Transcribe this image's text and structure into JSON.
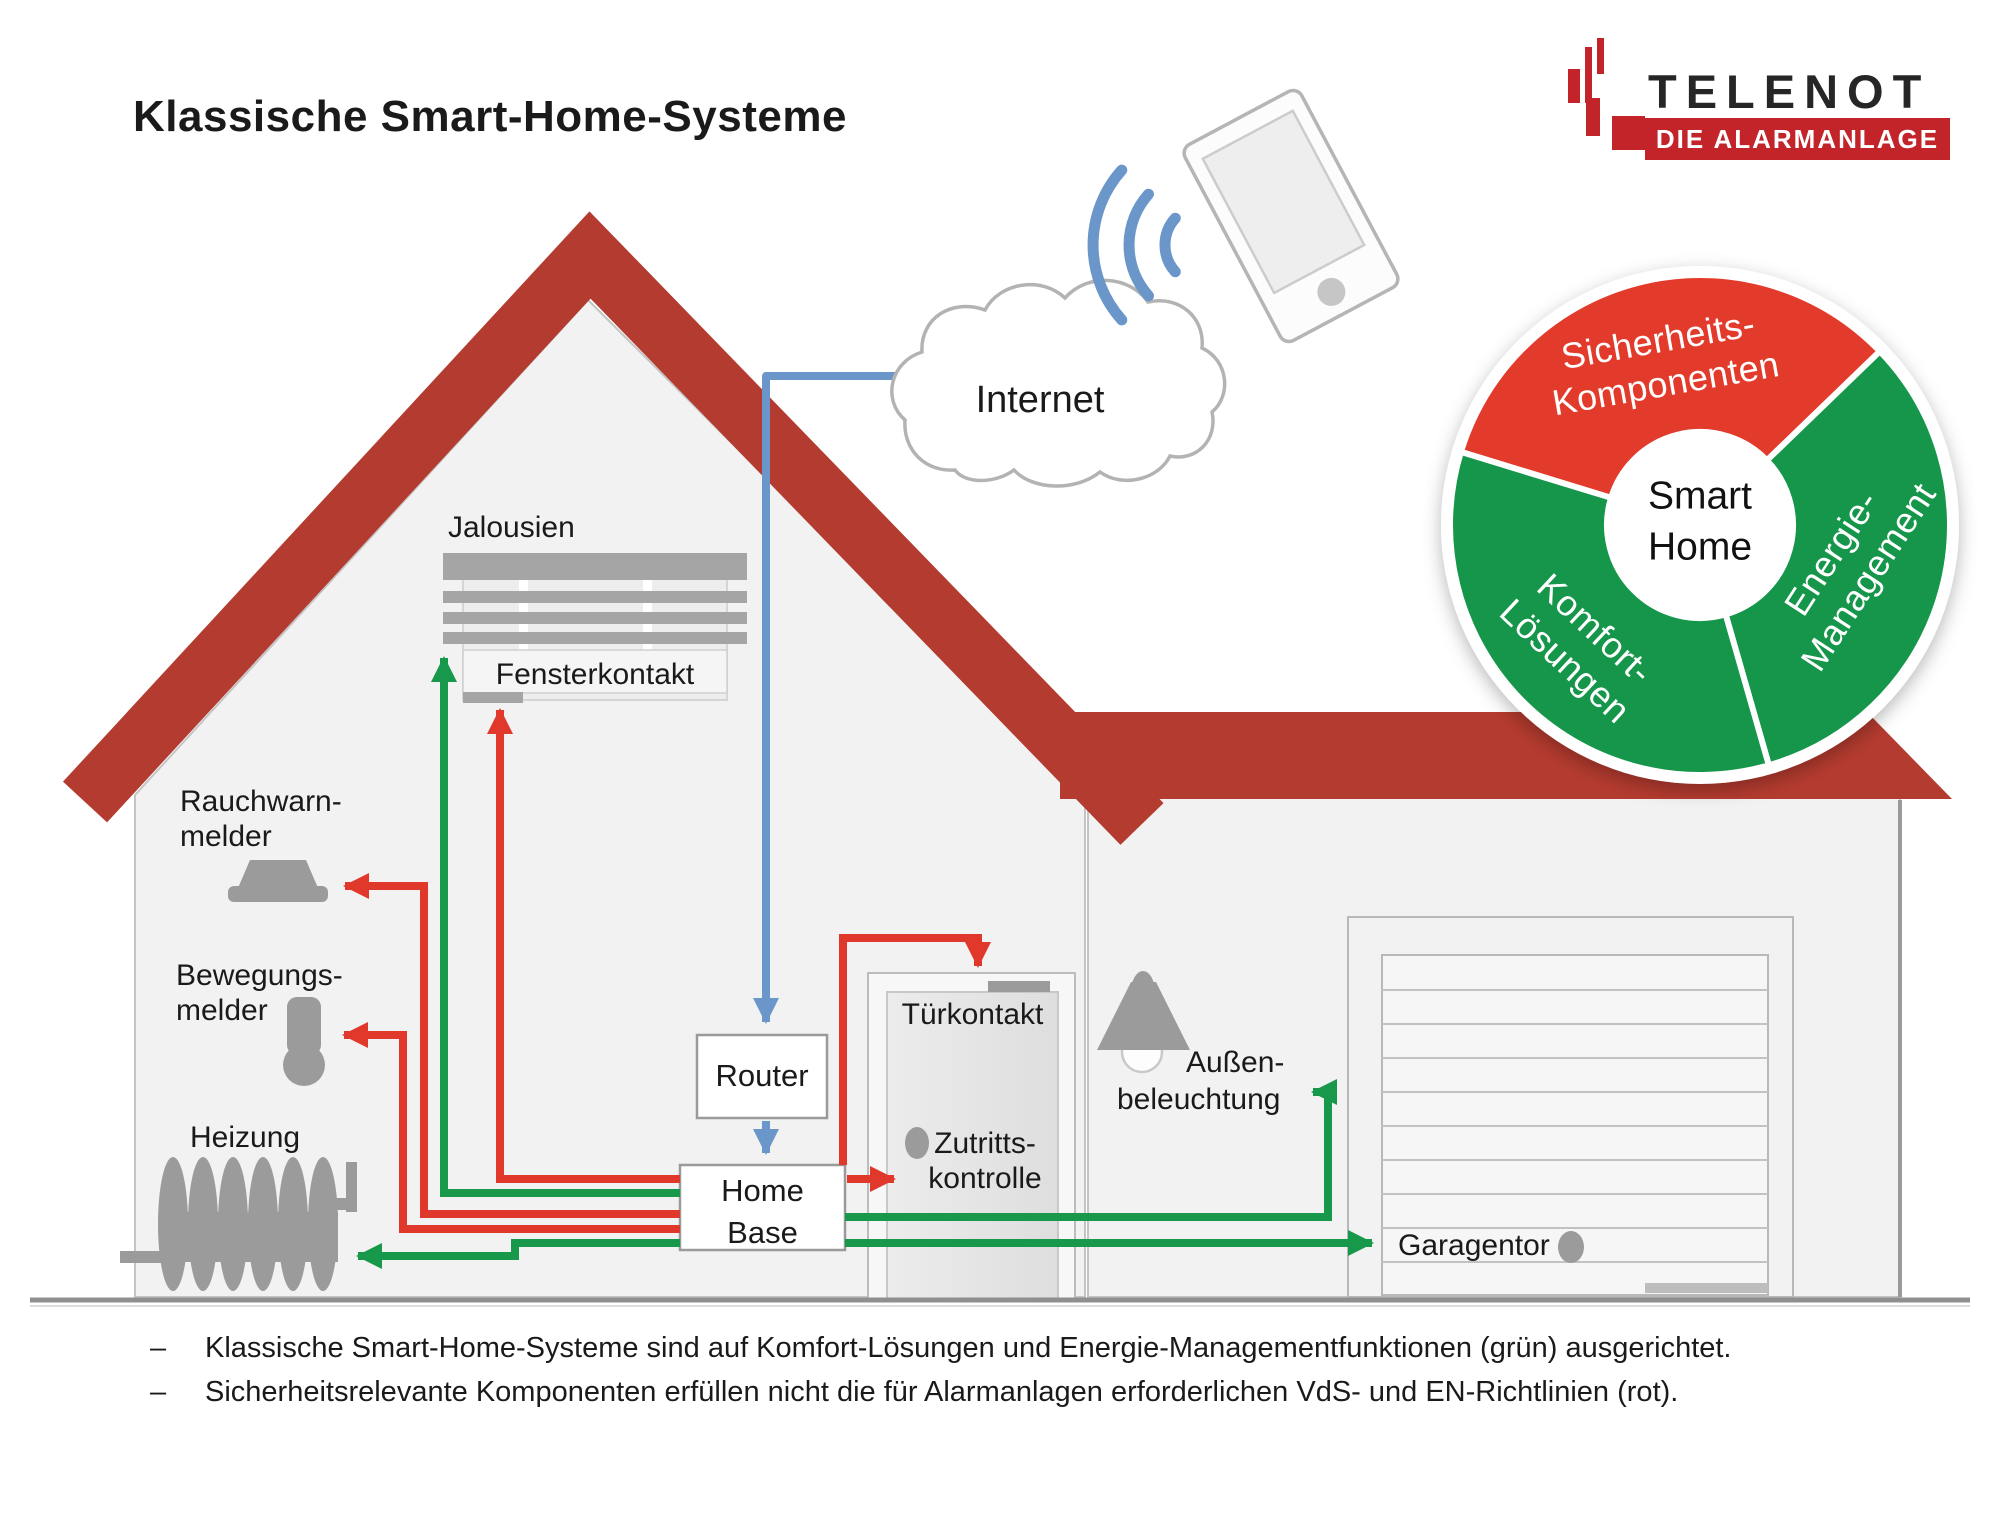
{
  "title": "Klassische Smart-Home-Systeme",
  "logo": {
    "brand": "TELENOT",
    "tagline": "DIE ALARMANLAGE"
  },
  "internet_label": "Internet",
  "boxes": {
    "router": "Router",
    "home_base_line1": "Home",
    "home_base_line2": "Base"
  },
  "components": {
    "jalousien": "Jalousien",
    "fensterkontakt": "Fensterkontakt",
    "rauchwarnmelder_line1": "Rauchwarn-",
    "rauchwarnmelder_line2": "melder",
    "bewegungsmelder_line1": "Bewegungs-",
    "bewegungsmelder_line2": "melder",
    "heizung": "Heizung",
    "tuerkontakt": "Türkontakt",
    "zutrittskontrolle_line1": "Zutritts-",
    "zutrittskontrolle_line2": "kontrolle",
    "aussenbeleuchtung_line1": "Außen-",
    "aussenbeleuchtung_line2": "beleuchtung",
    "garagentor": "Garagentor"
  },
  "chart_data": {
    "type": "pie",
    "title": "Smart Home",
    "center_line1": "Smart",
    "center_line2": "Home",
    "legend_position": "on-segments",
    "segments": [
      {
        "label": "Sicherheits-Komponenten",
        "line1": "Sicherheits-",
        "line2": "Komponenten",
        "color": "#e23b2c",
        "start_angle": 44,
        "end_angle": 163
      },
      {
        "label": "Energie-Management",
        "line1": "Energie-",
        "line2": "Management",
        "color": "#15964a",
        "start_angle": -74,
        "end_angle": 44
      },
      {
        "label": "Komfort-Lösungen",
        "line1": "Komfort-",
        "line2": "Lösungen",
        "color": "#15964a",
        "start_angle": 163,
        "end_angle": 286
      }
    ]
  },
  "bullet_marker": "–",
  "bullets": [
    "Klassische Smart-Home-Systeme sind auf Komfort-Lösungen und Energie-Managementfunktionen (grün) ausgerichtet.",
    "Sicherheitsrelevante Komponenten erfüllen nicht die für Alarmanlagen erforderlichen VdS- und EN-Richtlinien (rot)."
  ],
  "colors": {
    "security_red": "#e23b2c",
    "comfort_green": "#15964a",
    "link_blue": "#6b96c9",
    "roof_red": "#b43b2f",
    "logo_red": "#c2242a",
    "icon_gray": "#9b9b9b"
  }
}
